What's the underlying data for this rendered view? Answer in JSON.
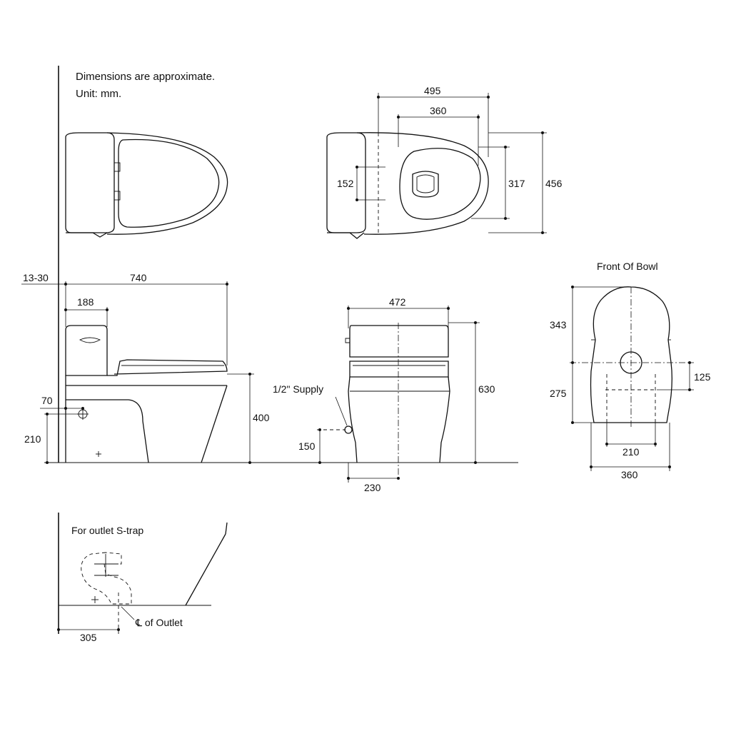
{
  "notes": {
    "approx": "Dimensions are approximate.",
    "unit": "Unit: mm."
  },
  "top_view": {
    "dim_495": "495",
    "dim_360": "360",
    "dim_152": "152",
    "dim_317": "317",
    "dim_456": "456"
  },
  "side_view": {
    "dim_13_30": "13-30",
    "dim_740": "740",
    "dim_188": "188",
    "dim_70": "70",
    "dim_210": "210",
    "dim_400": "400"
  },
  "front_view": {
    "dim_472": "472",
    "supply_label": "1/2\" Supply",
    "dim_630": "630",
    "dim_150": "150",
    "dim_230": "230"
  },
  "bowl_view": {
    "title": "Front Of Bowl",
    "dim_343": "343",
    "dim_275": "275",
    "dim_125": "125",
    "dim_210": "210",
    "dim_360": "360"
  },
  "strap_view": {
    "title": "For outlet S-trap",
    "outlet_label": "℄ of Outlet",
    "dim_305": "305"
  }
}
